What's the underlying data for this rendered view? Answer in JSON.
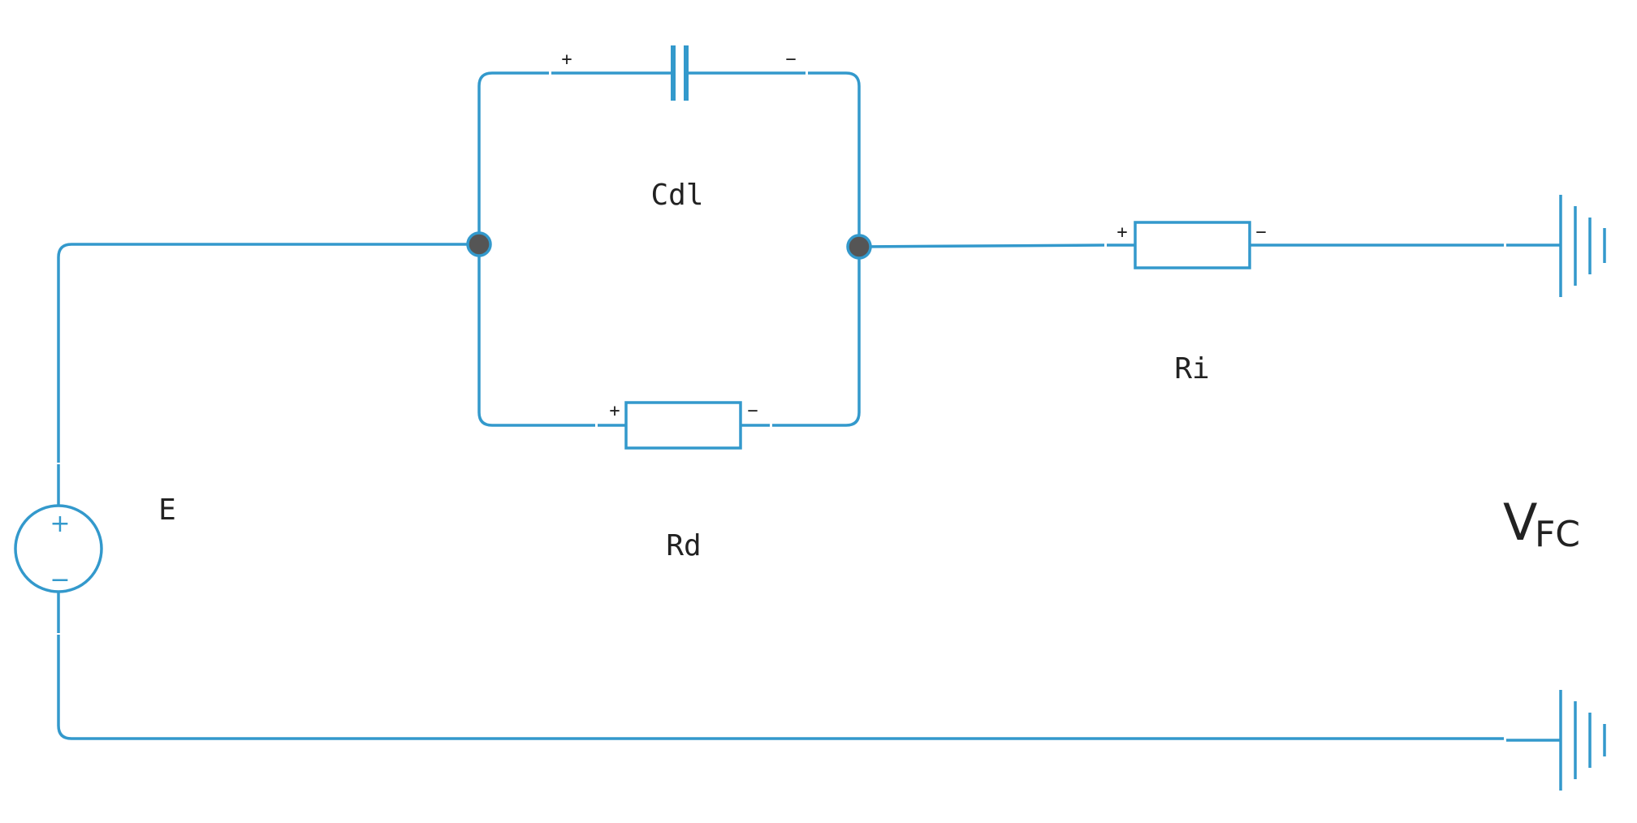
{
  "components": {
    "capacitor": {
      "label": "Cdl",
      "plus": "+",
      "minus": "−"
    },
    "resistor_d": {
      "label": "Rd",
      "plus": "+",
      "minus": "−"
    },
    "resistor_i": {
      "label": "Ri",
      "plus": "+",
      "minus": "−"
    },
    "source": {
      "label": "E",
      "plus": "+",
      "minus": "−"
    }
  },
  "output": {
    "label_main": "V",
    "label_sub": "FC"
  },
  "colors": {
    "wire": "#3399cc",
    "node": "#555555",
    "text": "#222222"
  }
}
